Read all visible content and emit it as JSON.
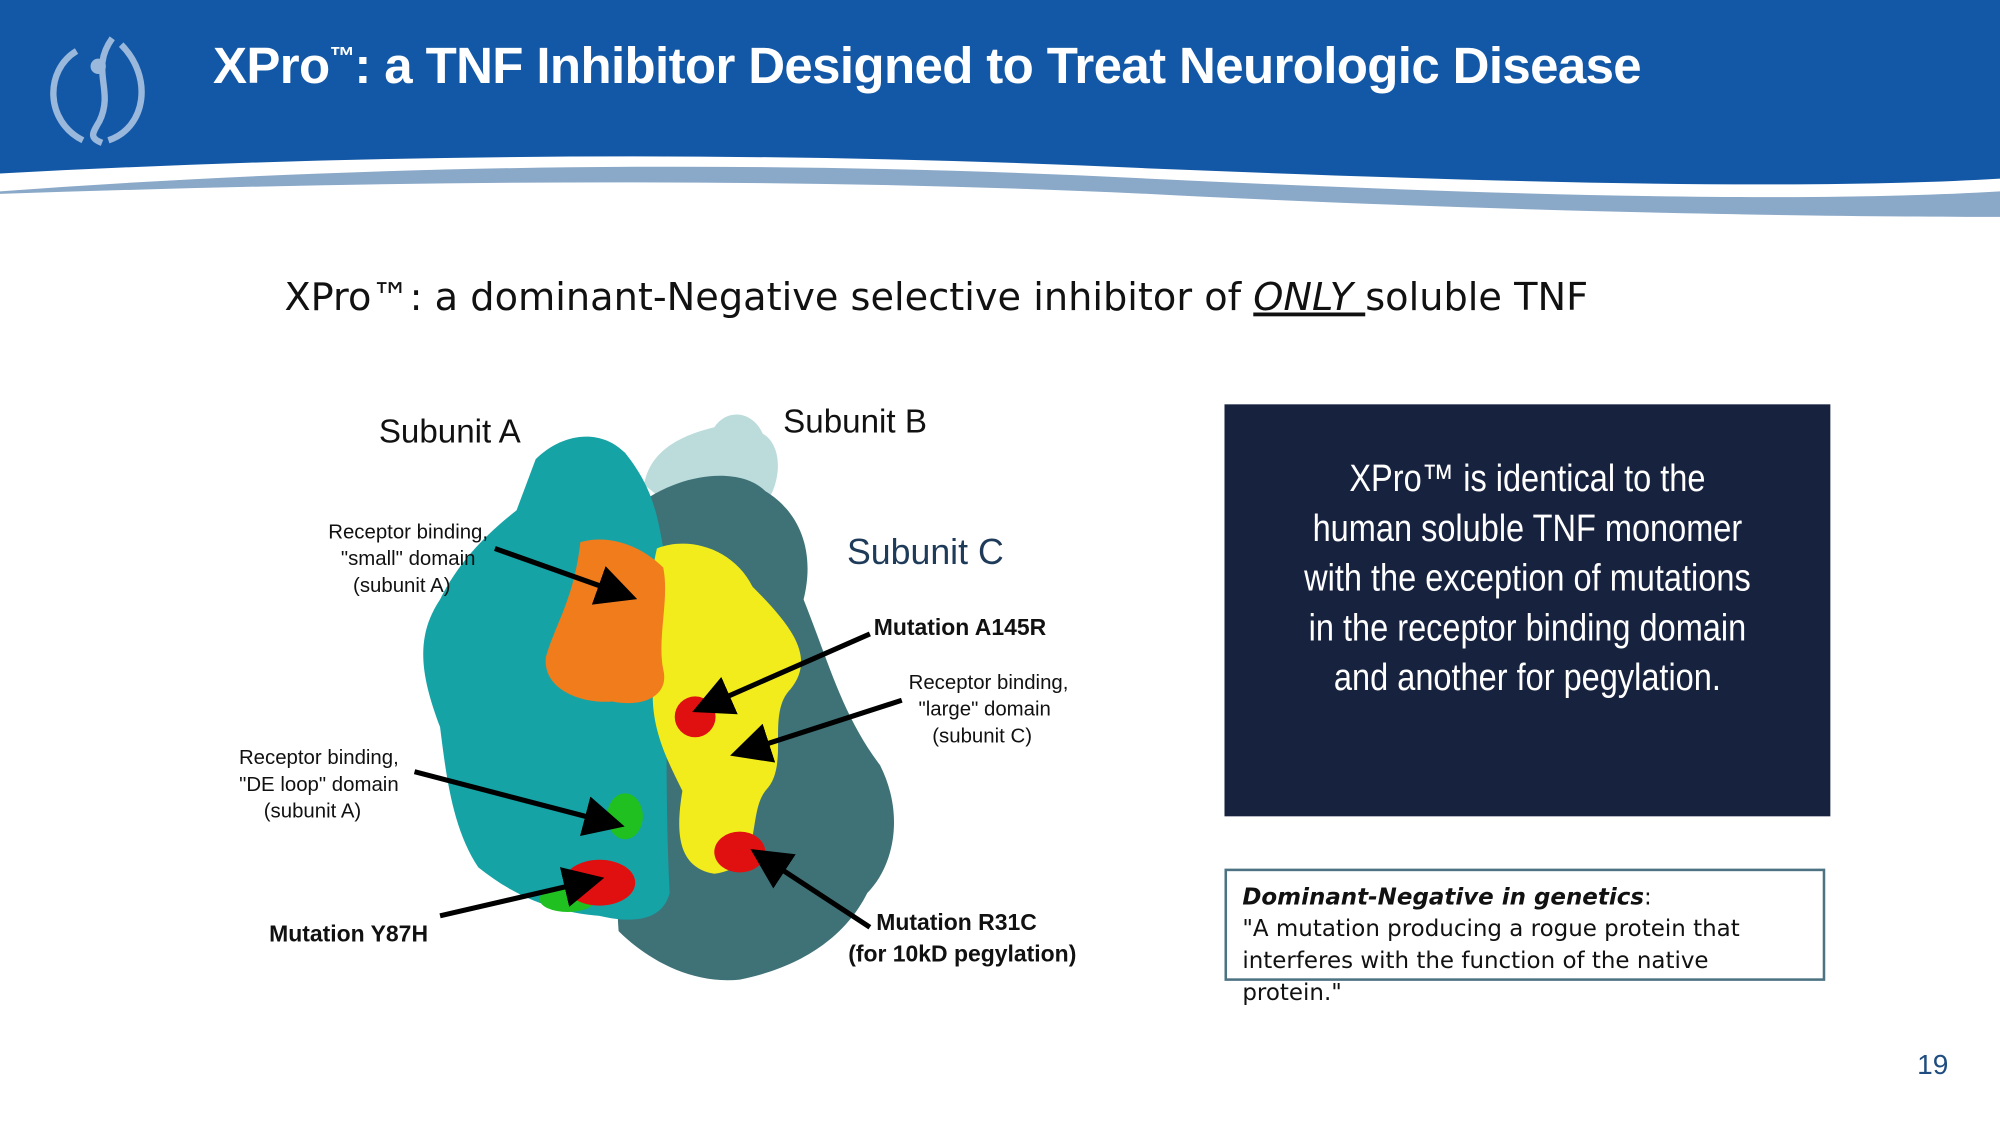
{
  "header": {
    "title": "XPro",
    "title_tm": "™",
    "title_rest": ": a TNF Inhibitor Designed to Treat Neurologic Disease",
    "logo": "company-logo-swoosh-figure",
    "brand_color": "#1358a6"
  },
  "subtitle": {
    "prefix": "XPro™: a dominant-Negative selective inhibitor of ",
    "emphasis": "ONLY ",
    "suffix": "soluble TNF"
  },
  "figure": {
    "subunit_a": "Subunit A",
    "subunit_b": "Subunit B",
    "subunit_c": "Subunit C",
    "small_domain": [
      "Receptor binding,",
      "\"small\" domain",
      "(subunit A)"
    ],
    "large_domain": [
      "Receptor binding,",
      "\"large\" domain",
      "(subunit C)"
    ],
    "de_loop": [
      "Receptor binding,",
      "\"DE loop\" domain",
      "(subunit A)"
    ],
    "mutation_a145r": "Mutation A145R",
    "mutation_y87h": "Mutation Y87H",
    "mutation_r31c": "Mutation  R31C",
    "mutation_r31c_note": "(for 10kD pegylation)",
    "colors": {
      "subunit_a": "#16a3a6",
      "subunit_b": "#bcdcdc",
      "subunit_c": "#3e7277",
      "small": "#f07c1c",
      "large": "#f3ec1c",
      "mutation": "#e01010",
      "de_loop": "#1fc01f"
    }
  },
  "info_box": {
    "text": "XPro™ is identical to the human soluble TNF monomer with the exception of mutations in the receptor binding domain and another for pegylation."
  },
  "definition_box": {
    "term": "Dominant-Negative in genetics",
    "colon": ":",
    "definition": "\"A mutation producing a rogue protein that interferes with the function of the native protein.\""
  },
  "page_number": "19"
}
